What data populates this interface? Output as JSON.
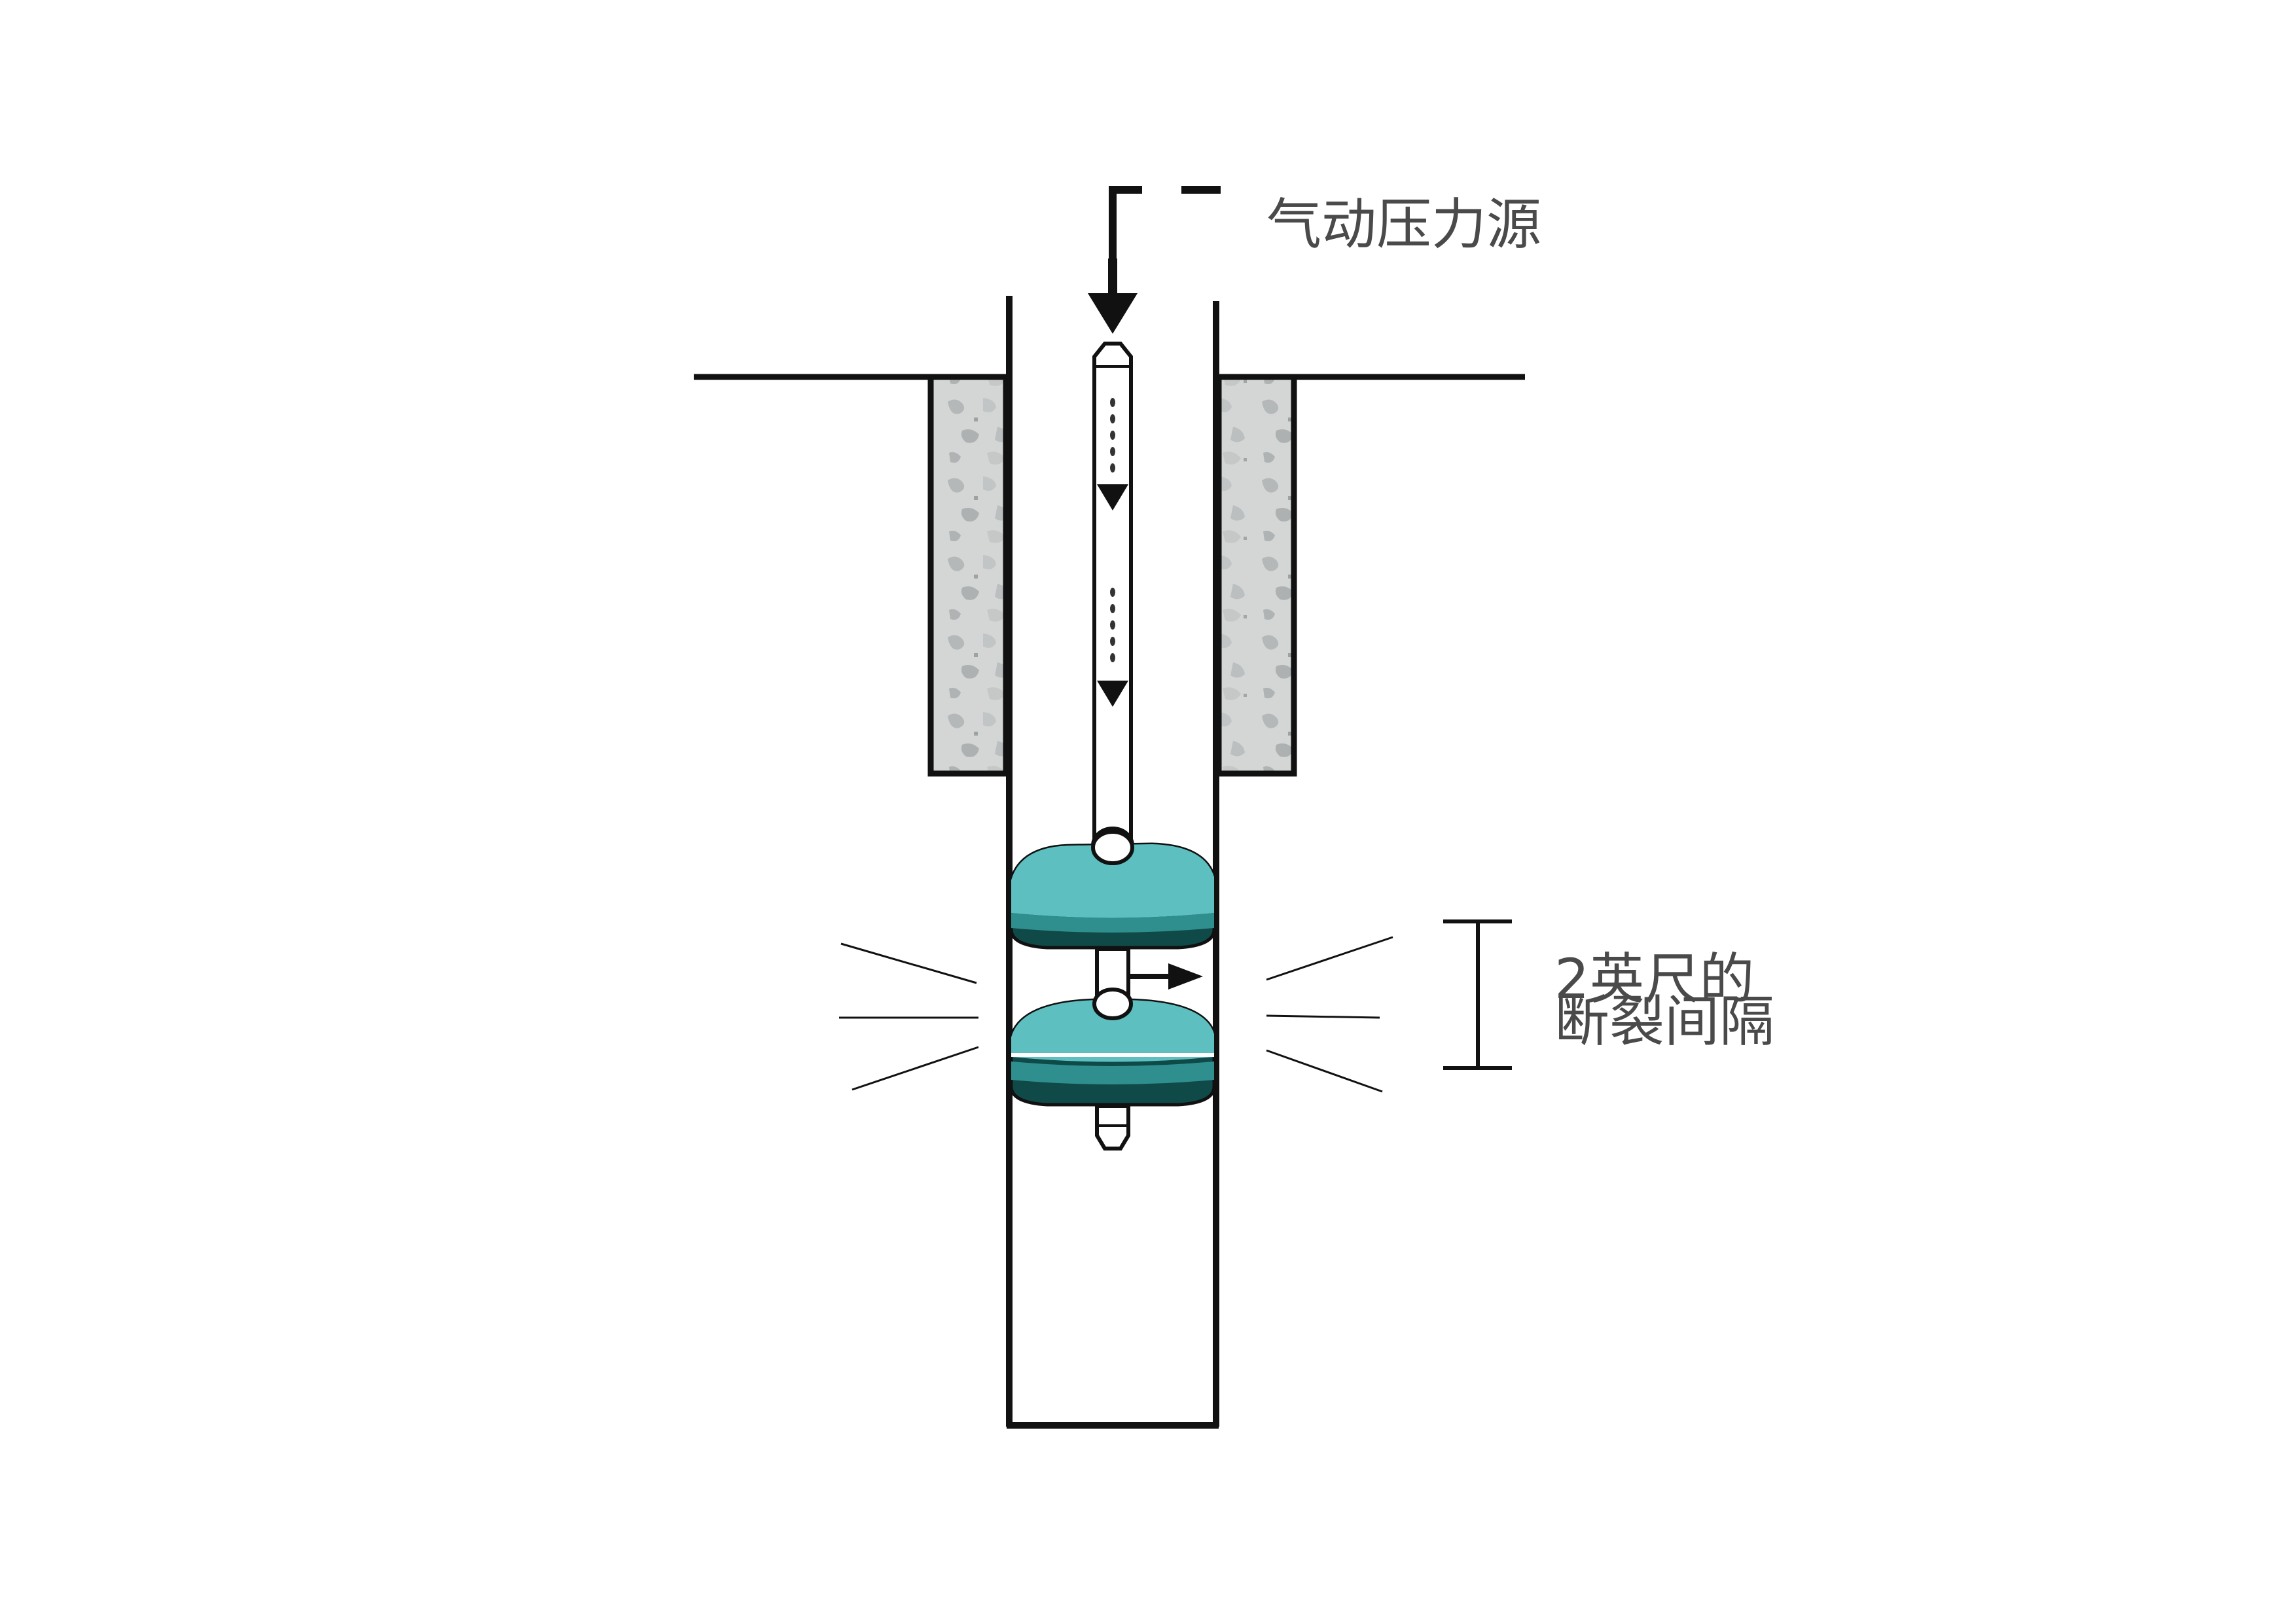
{
  "labels": {
    "pressure_source": "气动压力源",
    "gap_line1": "2英尺的",
    "gap_line2": "断裂间隔"
  },
  "colors": {
    "outline": "#111111",
    "packer_light": "#5dbfbf",
    "packer_mid": "#2f8f8f",
    "packer_dark": "#0f4a48",
    "concrete_base": "#d4d6d6",
    "concrete_spot": "#b5b8b8",
    "label_text": "#4a4a4a",
    "arrow_fill": "#111111"
  },
  "icons": {
    "flow_down": "down-arrow-icon",
    "lateral_flow": "right-arrow-icon",
    "fracture_lines": "radiating-lines-icon",
    "gap_bracket": "dimension-bracket-icon"
  }
}
